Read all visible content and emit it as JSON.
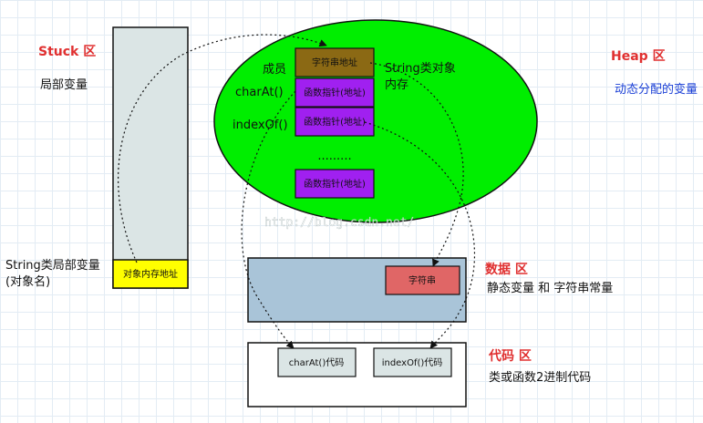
{
  "stack": {
    "title": "Stuck",
    "title_suffix": "区",
    "desc": "局部变量",
    "cell_label": "对象内存地址",
    "var_label_line1": "String类局部变量",
    "var_label_line2": "(对象名)"
  },
  "heap": {
    "title": "Heap",
    "title_suffix": "区",
    "desc": "动态分配的变量",
    "member_label": "成员",
    "object_label_line1": "String类对象",
    "object_label_line2": "内存",
    "charat_label": "charAt()",
    "indexof_label": "indexOf()",
    "cell_string_addr": "字符串地址",
    "cell_fn_ptr": "函数指针(地址)",
    "ellipsis": "........."
  },
  "data_area": {
    "title": "数据",
    "title_suffix": "区",
    "desc": "静态变量 和 字符串常量",
    "string_label": "字符串"
  },
  "code_area": {
    "title": "代码",
    "title_suffix": "区",
    "desc": "类或函数2进制代码",
    "charat_code": "charAt()代码",
    "indexof_code": "indexOf()代码"
  },
  "watermark": "http://blog.csdn.net/",
  "colors": {
    "stack_fill": "#dbe5e5",
    "stack_cell": "#ffff00",
    "heap_fill": "#00ee00",
    "string_addr_cell": "#8b6914",
    "fn_ptr_cell": "#a020f0",
    "data_fill": "#a9c4d8",
    "string_cell": "#e06666",
    "code_cell": "#dbe5e5",
    "label_red": "#e03030",
    "label_blue": "#1a3fd6"
  }
}
